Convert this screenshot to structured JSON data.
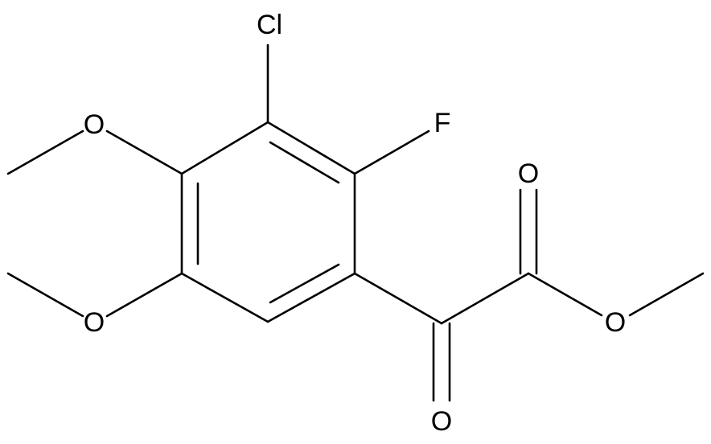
{
  "molecule": {
    "atoms": [
      {
        "id": "Cl",
        "label": "Cl"
      },
      {
        "id": "F",
        "label": "F"
      },
      {
        "id": "O_meo4",
        "label": "O"
      },
      {
        "id": "O_meo5",
        "label": "O"
      },
      {
        "id": "O_ketone",
        "label": "O"
      },
      {
        "id": "O_ester_carbonyl",
        "label": "O"
      },
      {
        "id": "O_ester",
        "label": "O"
      }
    ]
  }
}
